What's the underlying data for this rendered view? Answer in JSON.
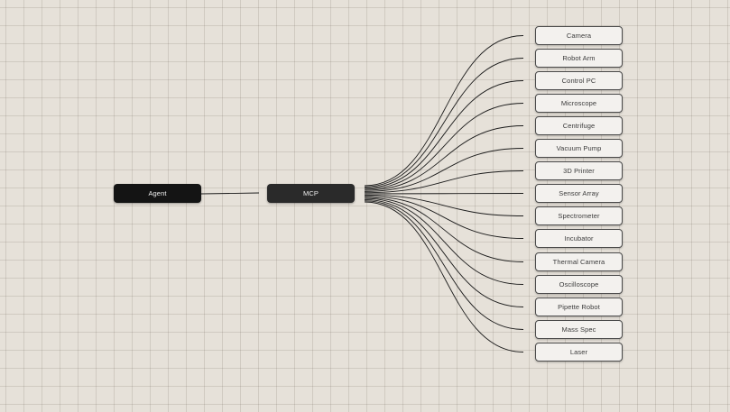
{
  "diagram": {
    "agent": {
      "label": "Agent"
    },
    "hub": {
      "label": "MCP"
    },
    "devices": [
      "Camera",
      "Robot Arm",
      "Control PC",
      "Microscope",
      "Centrifuge",
      "Vacuum Pump",
      "3D Printer",
      "Sensor Array",
      "Spectrometer",
      "Incubator",
      "Thermal Camera",
      "Oscilloscope",
      "Pipette Robot",
      "Mass Spec",
      "Laser"
    ]
  },
  "colors": {
    "background": "#e6e1d9",
    "grid": "#bdb5aa",
    "dark_node": "#141414",
    "hub_node": "#2a2a2a",
    "device_fill": "#f3f1ee",
    "device_border": "#4a4a4a",
    "wire": "#1c1c1c"
  }
}
